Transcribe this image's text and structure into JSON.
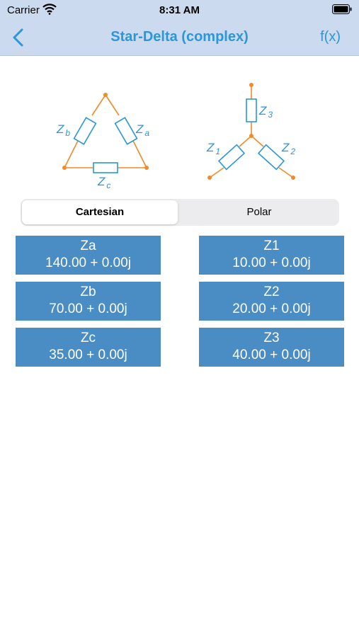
{
  "status": {
    "carrier": "Carrier",
    "time": "8:31 AM"
  },
  "nav": {
    "title": "Star-Delta (complex)",
    "fx_label": "f(x)"
  },
  "diagram": {
    "delta_labels": {
      "za": "Z",
      "za_sub": "a",
      "zb": "Z",
      "zb_sub": "b",
      "zc": "Z",
      "zc_sub": "c"
    },
    "star_labels": {
      "z1": "Z",
      "z1_sub": "1",
      "z2": "Z",
      "z2_sub": "2",
      "z3": "Z",
      "z3_sub": "3"
    }
  },
  "segmented": {
    "options": [
      "Cartesian",
      "Polar"
    ],
    "selected": "Cartesian"
  },
  "delta_values": [
    {
      "name": "Za",
      "value": "140.00 + 0.00j"
    },
    {
      "name": "Zb",
      "value": "70.00 + 0.00j"
    },
    {
      "name": "Zc",
      "value": "35.00 + 0.00j"
    }
  ],
  "star_values": [
    {
      "name": "Z1",
      "value": "10.00 + 0.00j"
    },
    {
      "name": "Z2",
      "value": "20.00 + 0.00j"
    },
    {
      "name": "Z3",
      "value": "40.00 + 0.00j"
    }
  ],
  "colors": {
    "accent": "#2a97d6",
    "bar": "#ccdaf0",
    "box": "#4a8cc4",
    "wire": "#f08a2a",
    "resistor": "#2a97d6"
  }
}
